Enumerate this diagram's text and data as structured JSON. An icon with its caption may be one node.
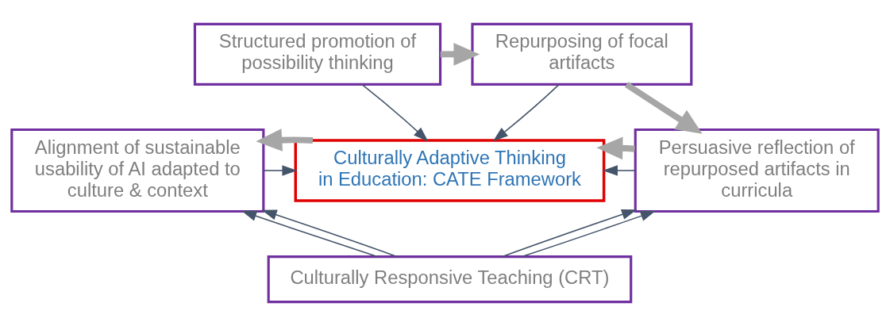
{
  "diagram": {
    "nodes": [
      {
        "text": [
          "Structured promotion of possibility thinking"
        ]
      },
      {
        "text": [
          "Repurposing of focal artifacts"
        ]
      },
      {
        "text": [
          "Alignment of sustainable usability of AI adapted to culture & context"
        ]
      },
      {
        "text": [
          "Culturally Adaptive Thinking in Education: CATE Framework"
        ]
      },
      {
        "text": [
          "Persuasive reflection of repurposed artifacts in curricula"
        ]
      },
      {
        "text": [
          "Culturally Responsive Teaching (CRT)"
        ]
      }
    ],
    "edges": [
      {
        "from": 0,
        "to": 1,
        "arrow": "to",
        "style": "thick",
        "color": "#a6a6a6"
      },
      {
        "from": 1,
        "to": 4,
        "arrow": "to",
        "style": "thick",
        "color": "#a6a6a6"
      },
      {
        "from": 0,
        "to": 3,
        "arrow": "to"
      },
      {
        "from": 1,
        "to": 3,
        "arrow": "to"
      },
      {
        "from": 2,
        "to": 3,
        "arrow": "to"
      },
      {
        "from": 4,
        "to": 3,
        "arrow": "to"
      },
      {
        "from": 4,
        "to": 3,
        "arrow": "to",
        "style": "thick",
        "color": "#a6a6a6"
      },
      {
        "from": 3,
        "to": 2,
        "arrow": "to",
        "style": "thick",
        "color": "#a6a6a6"
      },
      {
        "from": 5,
        "to": 2,
        "arrow": "to"
      },
      {
        "from": 5,
        "to": 2,
        "arrow": "to"
      },
      {
        "from": 5,
        "to": 4,
        "arrow": "to"
      },
      {
        "from": 5,
        "to": 4,
        "arrow": "to"
      }
    ]
  }
}
